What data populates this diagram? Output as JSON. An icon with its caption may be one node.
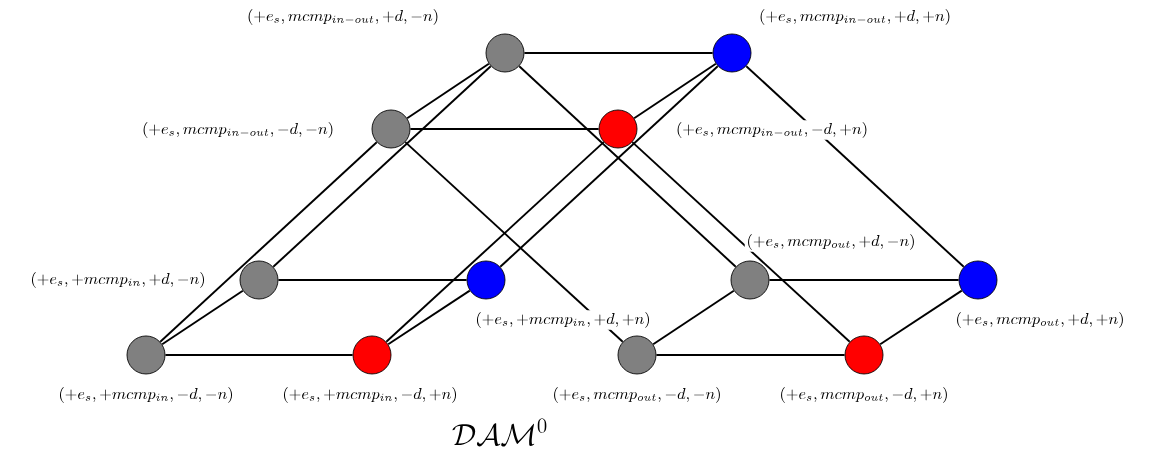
{
  "diagram": {
    "caption": "\\mathcal{DAM}^0",
    "nodes": [
      {
        "text": [],
        "shape": "circle",
        "beside": [
          "(+e_s, mcmp_{in-out}, +d, -n)"
        ]
      },
      {
        "text": [],
        "shape": "circle",
        "beside": [
          "(+e_s, mcmp_{in-out}, +d, +n)"
        ]
      },
      {
        "text": [],
        "shape": "circle",
        "beside": [
          "(+e_s, mcmp_{in-out}, -d, -n)"
        ]
      },
      {
        "text": [],
        "shape": "circle",
        "beside": [
          "(+e_s, mcmp_{in-out}, -d, +n)"
        ]
      },
      {
        "text": [],
        "shape": "circle",
        "beside": [
          "(+e_s, +mcmp_{in}, +d, -n)"
        ]
      },
      {
        "text": [],
        "shape": "circle",
        "beside": [
          "(+e_s, +mcmp_{in}, +d, +n)"
        ]
      },
      {
        "text": [],
        "shape": "circle",
        "beside": [
          "(+e_s, mcmp_{out}, +d, -n)"
        ]
      },
      {
        "text": [],
        "shape": "circle",
        "beside": [
          "(+e_s, mcmp_{out}, +d, +n)"
        ]
      },
      {
        "text": [],
        "shape": "circle",
        "beside": [
          "(+e_s, +mcmp_{in}, -d, -n)"
        ]
      },
      {
        "text": [],
        "shape": "circle",
        "beside": [
          "(+e_s, +mcmp_{in}, -d, +n)"
        ]
      },
      {
        "text": [],
        "shape": "circle",
        "beside": [
          "(+e_s, mcmp_{out}, -d, -n)"
        ]
      },
      {
        "text": [],
        "shape": "circle",
        "beside": [
          "(+e_s, mcmp_{out}, -d, +n)"
        ]
      }
    ],
    "edges": [
      {
        "from": 0,
        "to": 1,
        "arrow": "none"
      },
      {
        "from": 2,
        "to": 3,
        "arrow": "none"
      },
      {
        "from": 0,
        "to": 2,
        "arrow": "none"
      },
      {
        "from": 1,
        "to": 3,
        "arrow": "none"
      },
      {
        "from": 4,
        "to": 5,
        "arrow": "none"
      },
      {
        "from": 8,
        "to": 9,
        "arrow": "none"
      },
      {
        "from": 8,
        "to": 4,
        "arrow": "none"
      },
      {
        "from": 9,
        "to": 5,
        "arrow": "none"
      },
      {
        "from": 6,
        "to": 7,
        "arrow": "none"
      },
      {
        "from": 10,
        "to": 11,
        "arrow": "none"
      },
      {
        "from": 10,
        "to": 6,
        "arrow": "none"
      },
      {
        "from": 11,
        "to": 7,
        "arrow": "none"
      },
      {
        "from": 0,
        "to": 4,
        "arrow": "none"
      },
      {
        "from": 1,
        "to": 5,
        "arrow": "none"
      },
      {
        "from": 2,
        "to": 8,
        "arrow": "none"
      },
      {
        "from": 3,
        "to": 9,
        "arrow": "none"
      },
      {
        "from": 0,
        "to": 6,
        "arrow": "none"
      },
      {
        "from": 1,
        "to": 7,
        "arrow": "none"
      },
      {
        "from": 2,
        "to": 10,
        "arrow": "none"
      },
      {
        "from": 3,
        "to": 11,
        "arrow": "none"
      }
    ]
  }
}
